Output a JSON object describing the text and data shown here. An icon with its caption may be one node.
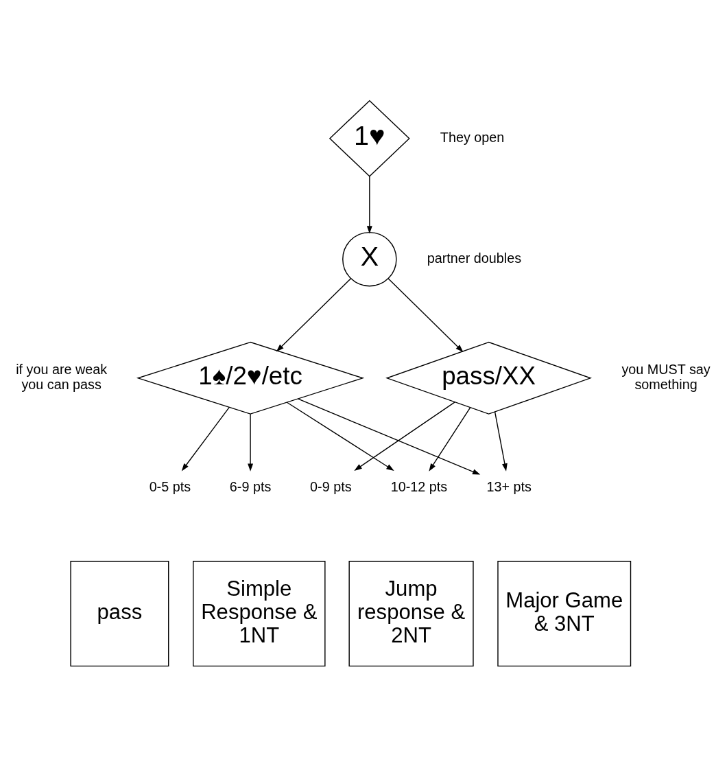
{
  "diagram": {
    "nodes": [
      {
        "text": [
          "1♥"
        ]
      },
      {
        "text": [
          "X"
        ]
      },
      {
        "text": [
          "1♠/2♥/etc"
        ]
      },
      {
        "text": [
          "pass/XX"
        ]
      },
      {
        "text": [
          "0-5 pts"
        ]
      },
      {
        "text": [
          "6-9 pts"
        ]
      },
      {
        "text": [
          "0-9 pts"
        ]
      },
      {
        "text": [
          "10-12 pts"
        ]
      },
      {
        "text": [
          "13+ pts"
        ]
      },
      {
        "text": [
          "pass"
        ]
      },
      {
        "text": [
          "Simple Response & 1NT"
        ]
      },
      {
        "text": [
          "Jump response & 2NT"
        ]
      },
      {
        "text": [
          "Major Game & 3NT"
        ]
      }
    ],
    "edges": [
      {
        "from": 0,
        "to": 1,
        "arrow": "to"
      },
      {
        "from": 1,
        "to": 2,
        "arrow": "to"
      },
      {
        "from": 1,
        "to": 3,
        "arrow": "to"
      },
      {
        "from": 2,
        "to": 4,
        "arrow": "to"
      },
      {
        "from": 2,
        "to": 5,
        "arrow": "to"
      },
      {
        "from": 2,
        "to": 7,
        "arrow": "to"
      },
      {
        "from": 2,
        "to": 8,
        "arrow": "to"
      },
      {
        "from": 3,
        "to": 6,
        "arrow": "to"
      },
      {
        "from": 3,
        "to": 7,
        "arrow": "to"
      },
      {
        "from": 3,
        "to": 8,
        "arrow": "to"
      }
    ],
    "labels": [
      "They open",
      "partner doubles",
      "if you are weak you can pass",
      "you MUST say something"
    ]
  }
}
